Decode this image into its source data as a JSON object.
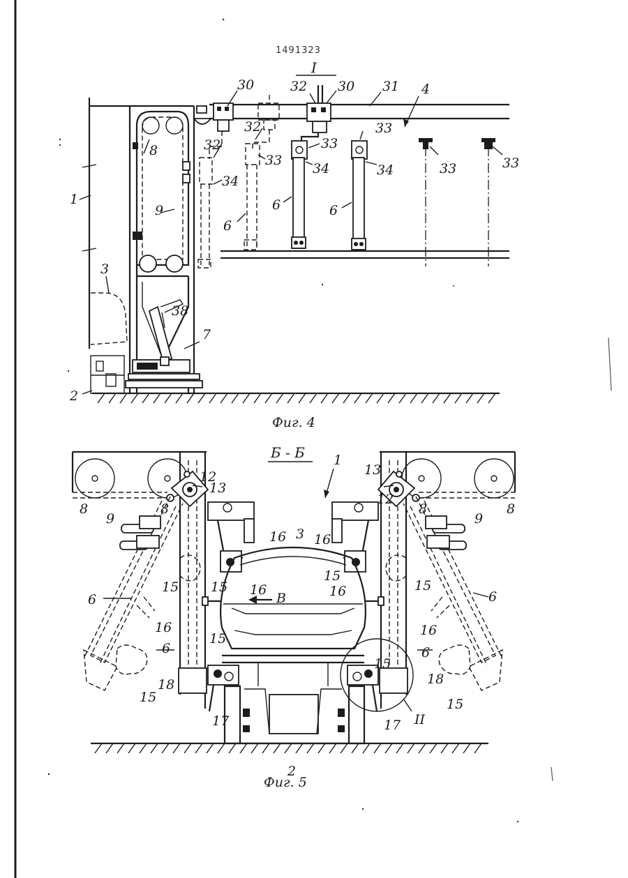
{
  "header": {
    "patent_number": "1491323"
  },
  "fig4": {
    "view_mark": "I",
    "caption": "Фиг. 4",
    "labels": [
      "1",
      "2",
      "3",
      "4",
      "6",
      "6",
      "6",
      "7",
      "8",
      "9",
      "30",
      "30",
      "31",
      "32",
      "32",
      "32",
      "33",
      "33",
      "33",
      "33",
      "33",
      "34",
      "34",
      "34",
      "38"
    ]
  },
  "fig5": {
    "section_mark": "Б - Б",
    "caption": "Фиг. 5",
    "detail_mark": "II",
    "labels": [
      "1",
      "2",
      "3",
      "6",
      "6",
      "6",
      "6",
      "8",
      "8",
      "8",
      "8",
      "9",
      "9",
      "12",
      "12",
      "13",
      "13",
      "15",
      "15",
      "15",
      "15",
      "15",
      "15",
      "15",
      "15",
      "16",
      "16",
      "16",
      "16",
      "16",
      "16",
      "17",
      "17",
      "18",
      "18",
      "В"
    ]
  }
}
